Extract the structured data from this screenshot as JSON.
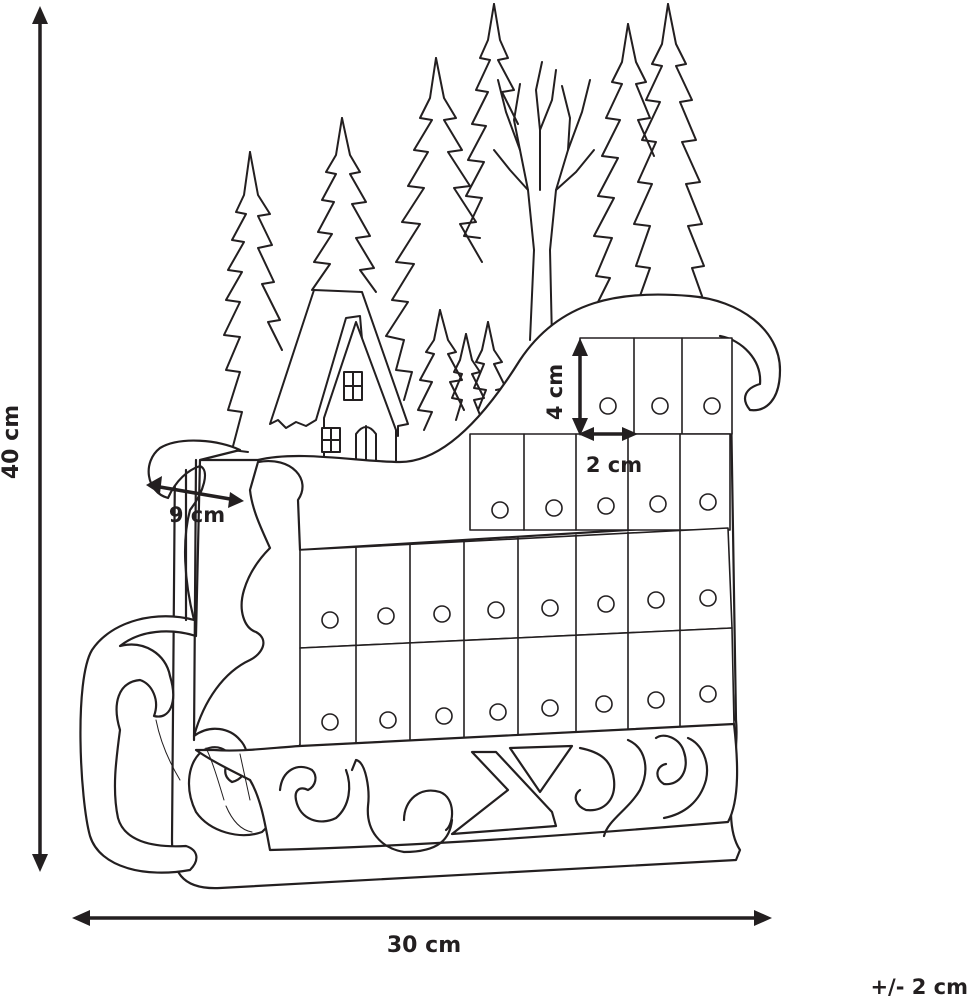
{
  "dimensions": {
    "height": "40 cm",
    "width": "30 cm",
    "depth": "9 cm",
    "drawer_height": "4 cm",
    "drawer_width": "2 cm",
    "tolerance": "+/- 2 cm"
  },
  "colors": {
    "ink": "#231f20",
    "background": "#ffffff"
  },
  "drawers": {
    "top_row_count": 3,
    "second_row_count": 5,
    "lower_row_count": 8,
    "bottom_row_count": 8
  }
}
